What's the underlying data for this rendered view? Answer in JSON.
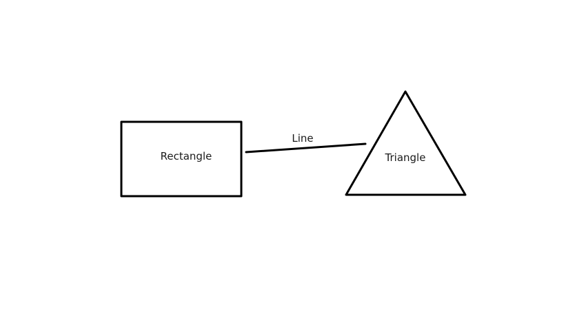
{
  "colors": {
    "background": "#ffffff",
    "stroke": "#000000",
    "text": "#1a1a1a"
  },
  "shapes": {
    "rectangle": {
      "label": "Rectangle"
    },
    "line": {
      "label": "Line"
    },
    "triangle": {
      "label": "Triangle"
    }
  }
}
